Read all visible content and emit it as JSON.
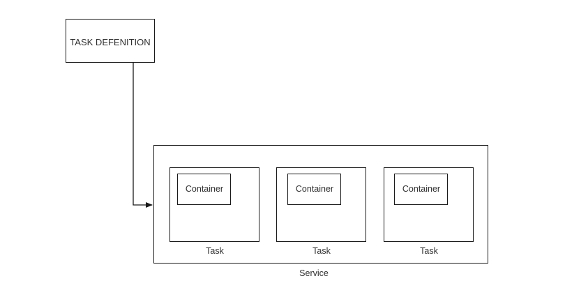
{
  "diagram": {
    "background_color": "#ffffff",
    "stroke_color": "#1a1a1a",
    "text_color": "#303030",
    "nodes": {
      "task_definition": {
        "label": "TASK DEFENITION"
      },
      "service": {
        "label": "Service"
      },
      "tasks": [
        {
          "label": "Task",
          "container": {
            "label": "Container"
          }
        },
        {
          "label": "Task",
          "container": {
            "label": "Container"
          }
        },
        {
          "label": "Task",
          "container": {
            "label": "Container"
          }
        }
      ]
    },
    "connector": {
      "name": "task-definition-to-service-arrow",
      "style": "elbow",
      "arrowhead": "filled-triangle"
    }
  }
}
